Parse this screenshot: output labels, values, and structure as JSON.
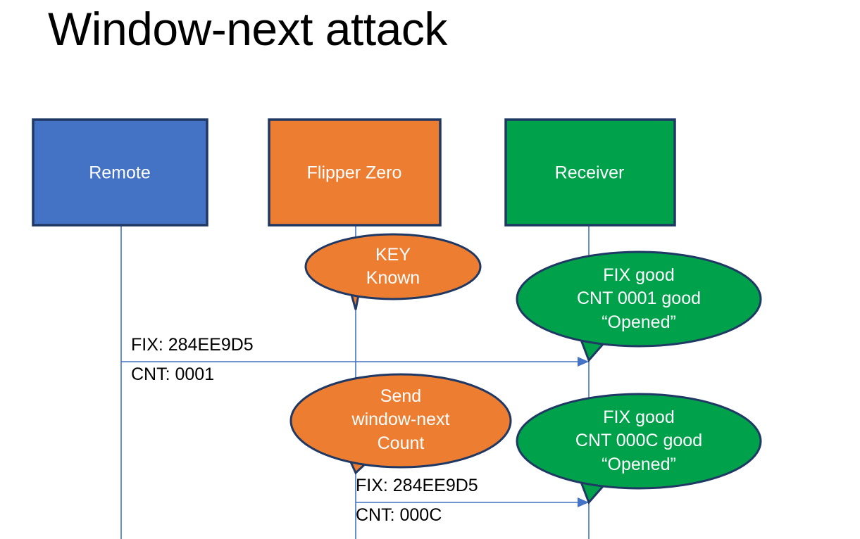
{
  "slide": {
    "title": "Window-next attack",
    "background": "#ffffff"
  },
  "colors": {
    "blue_fill": "#4472C4",
    "orange_fill": "#ED7D31",
    "green_fill": "#00A14B",
    "box_stroke": "#1F3864",
    "line_blue": "#4472C4",
    "text_white": "#ffffff",
    "text_black": "#000000"
  },
  "actors": [
    {
      "id": "remote",
      "label": "Remote",
      "fill": "#4472C4"
    },
    {
      "id": "flipper",
      "label": "Flipper Zero",
      "fill": "#ED7D31"
    },
    {
      "id": "receiver",
      "label": "Receiver",
      "fill": "#00A14B"
    }
  ],
  "callouts": [
    {
      "id": "key-known",
      "owner": "flipper",
      "fill": "#ED7D31",
      "lines": [
        "KEY",
        "Known"
      ]
    },
    {
      "id": "receiver-ack-1",
      "owner": "receiver",
      "fill": "#00A14B",
      "lines": [
        "FIX good",
        "CNT 0001 good",
        "“Opened”"
      ]
    },
    {
      "id": "send-window-next",
      "owner": "flipper",
      "fill": "#ED7D31",
      "lines": [
        "Send",
        "window-next",
        "Count"
      ]
    },
    {
      "id": "receiver-ack-2",
      "owner": "receiver",
      "fill": "#00A14B",
      "lines": [
        "FIX good",
        "CNT 000C good",
        "“Opened”"
      ]
    }
  ],
  "messages": [
    {
      "id": "msg-remote-to-receiver",
      "from": "remote",
      "to": "receiver",
      "label_above": "FIX: 284EE9D5",
      "label_below": "CNT: 0001"
    },
    {
      "id": "msg-flipper-to-receiver",
      "from": "flipper",
      "to": "receiver",
      "label_above": "FIX: 284EE9D5",
      "label_below": "CNT: 000C"
    }
  ]
}
